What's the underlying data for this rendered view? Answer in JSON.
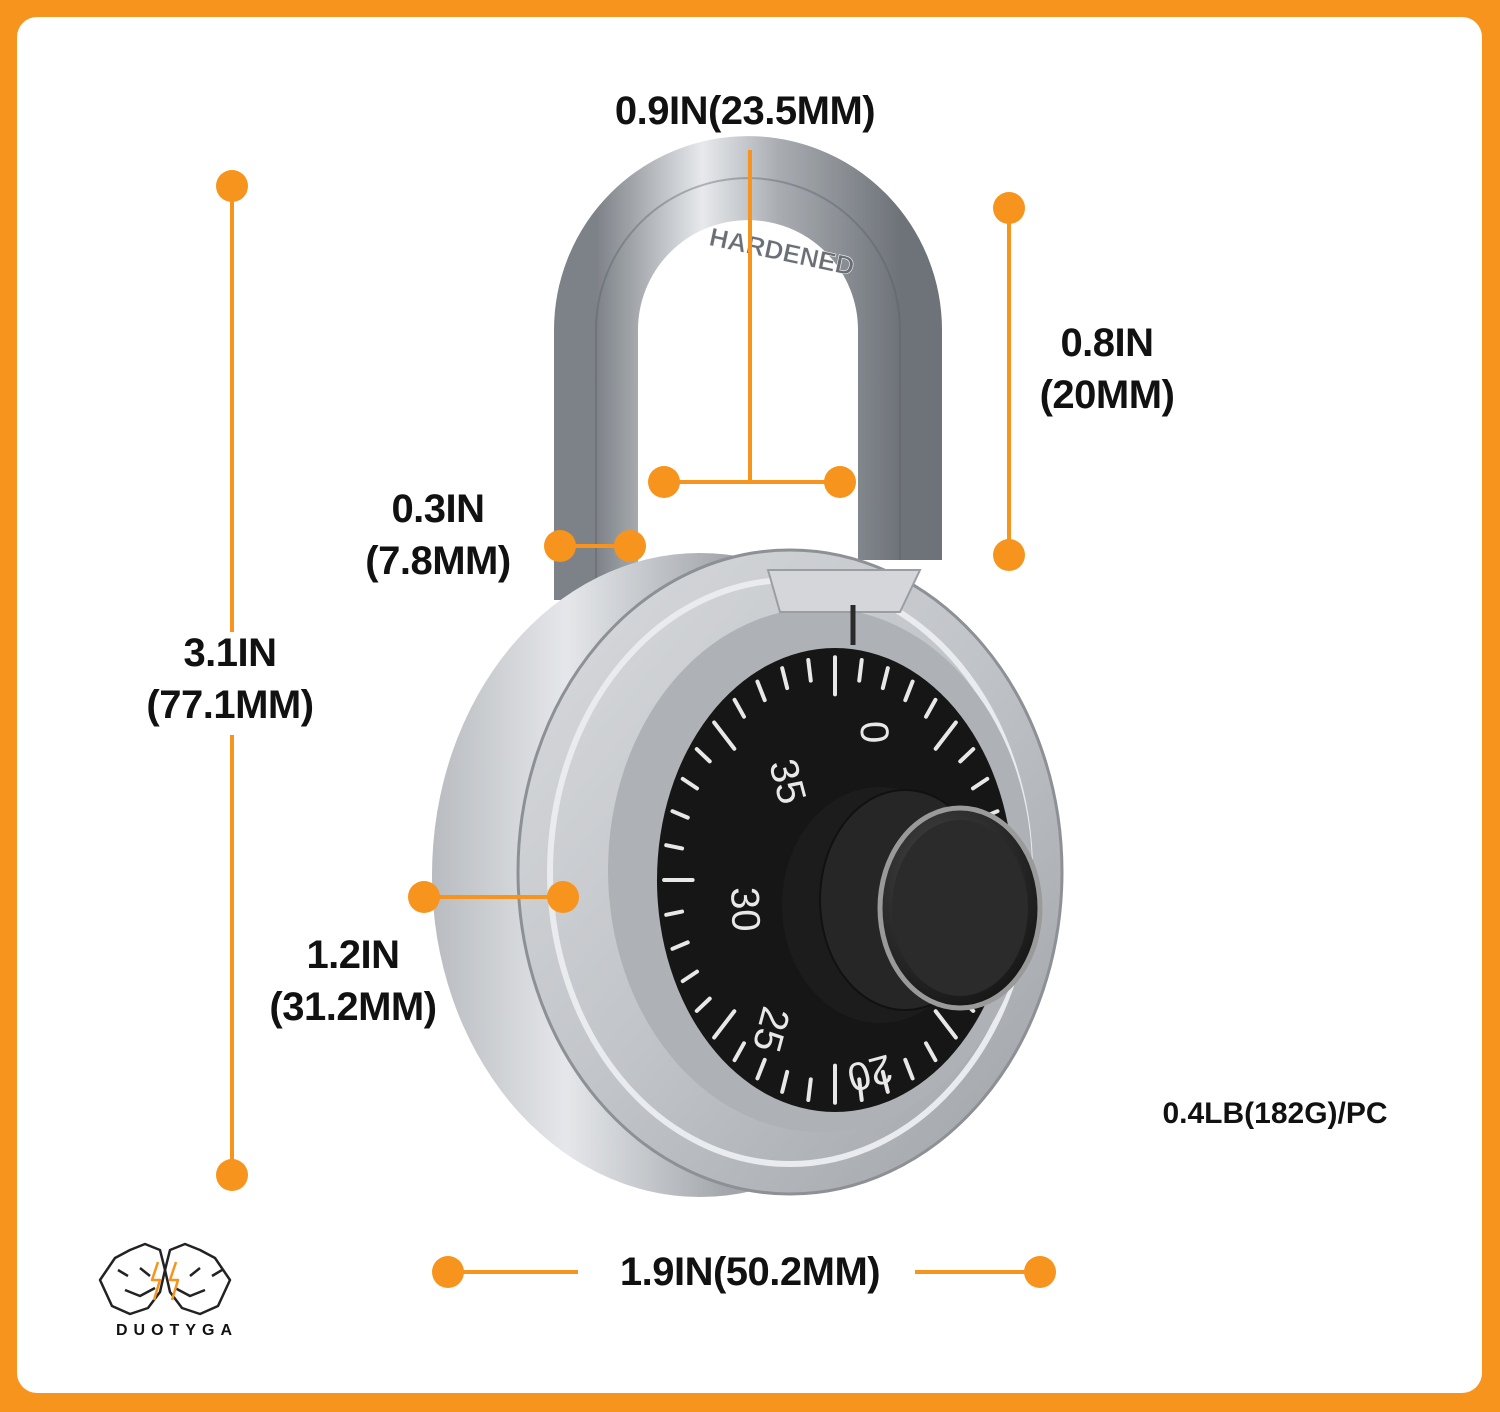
{
  "dimensions": {
    "overall_height": {
      "line1": "3.1IN",
      "line2": "(77.1MM)"
    },
    "inner_width": "0.9IN(23.5MM)",
    "shackle_clearance": {
      "line1": "0.8IN",
      "line2": "(20MM)"
    },
    "shackle_diameter": {
      "line1": "0.3IN",
      "line2": "(7.8MM)"
    },
    "body_depth": {
      "line1": "1.2IN",
      "line2": "(31.2MM)"
    },
    "body_width": "1.9IN(50.2MM)"
  },
  "weight": "0.4LB(182G)/PC",
  "shackle_stamp": "HARDENED",
  "dial_numbers": [
    "0",
    "35",
    "30",
    "25",
    "20"
  ],
  "brand": "DUOTYGA",
  "colors": {
    "accent": "#F7941D",
    "background": "#FFFFFF",
    "text": "#111111",
    "dial": "#161616",
    "steel": "#B9BCC0"
  }
}
